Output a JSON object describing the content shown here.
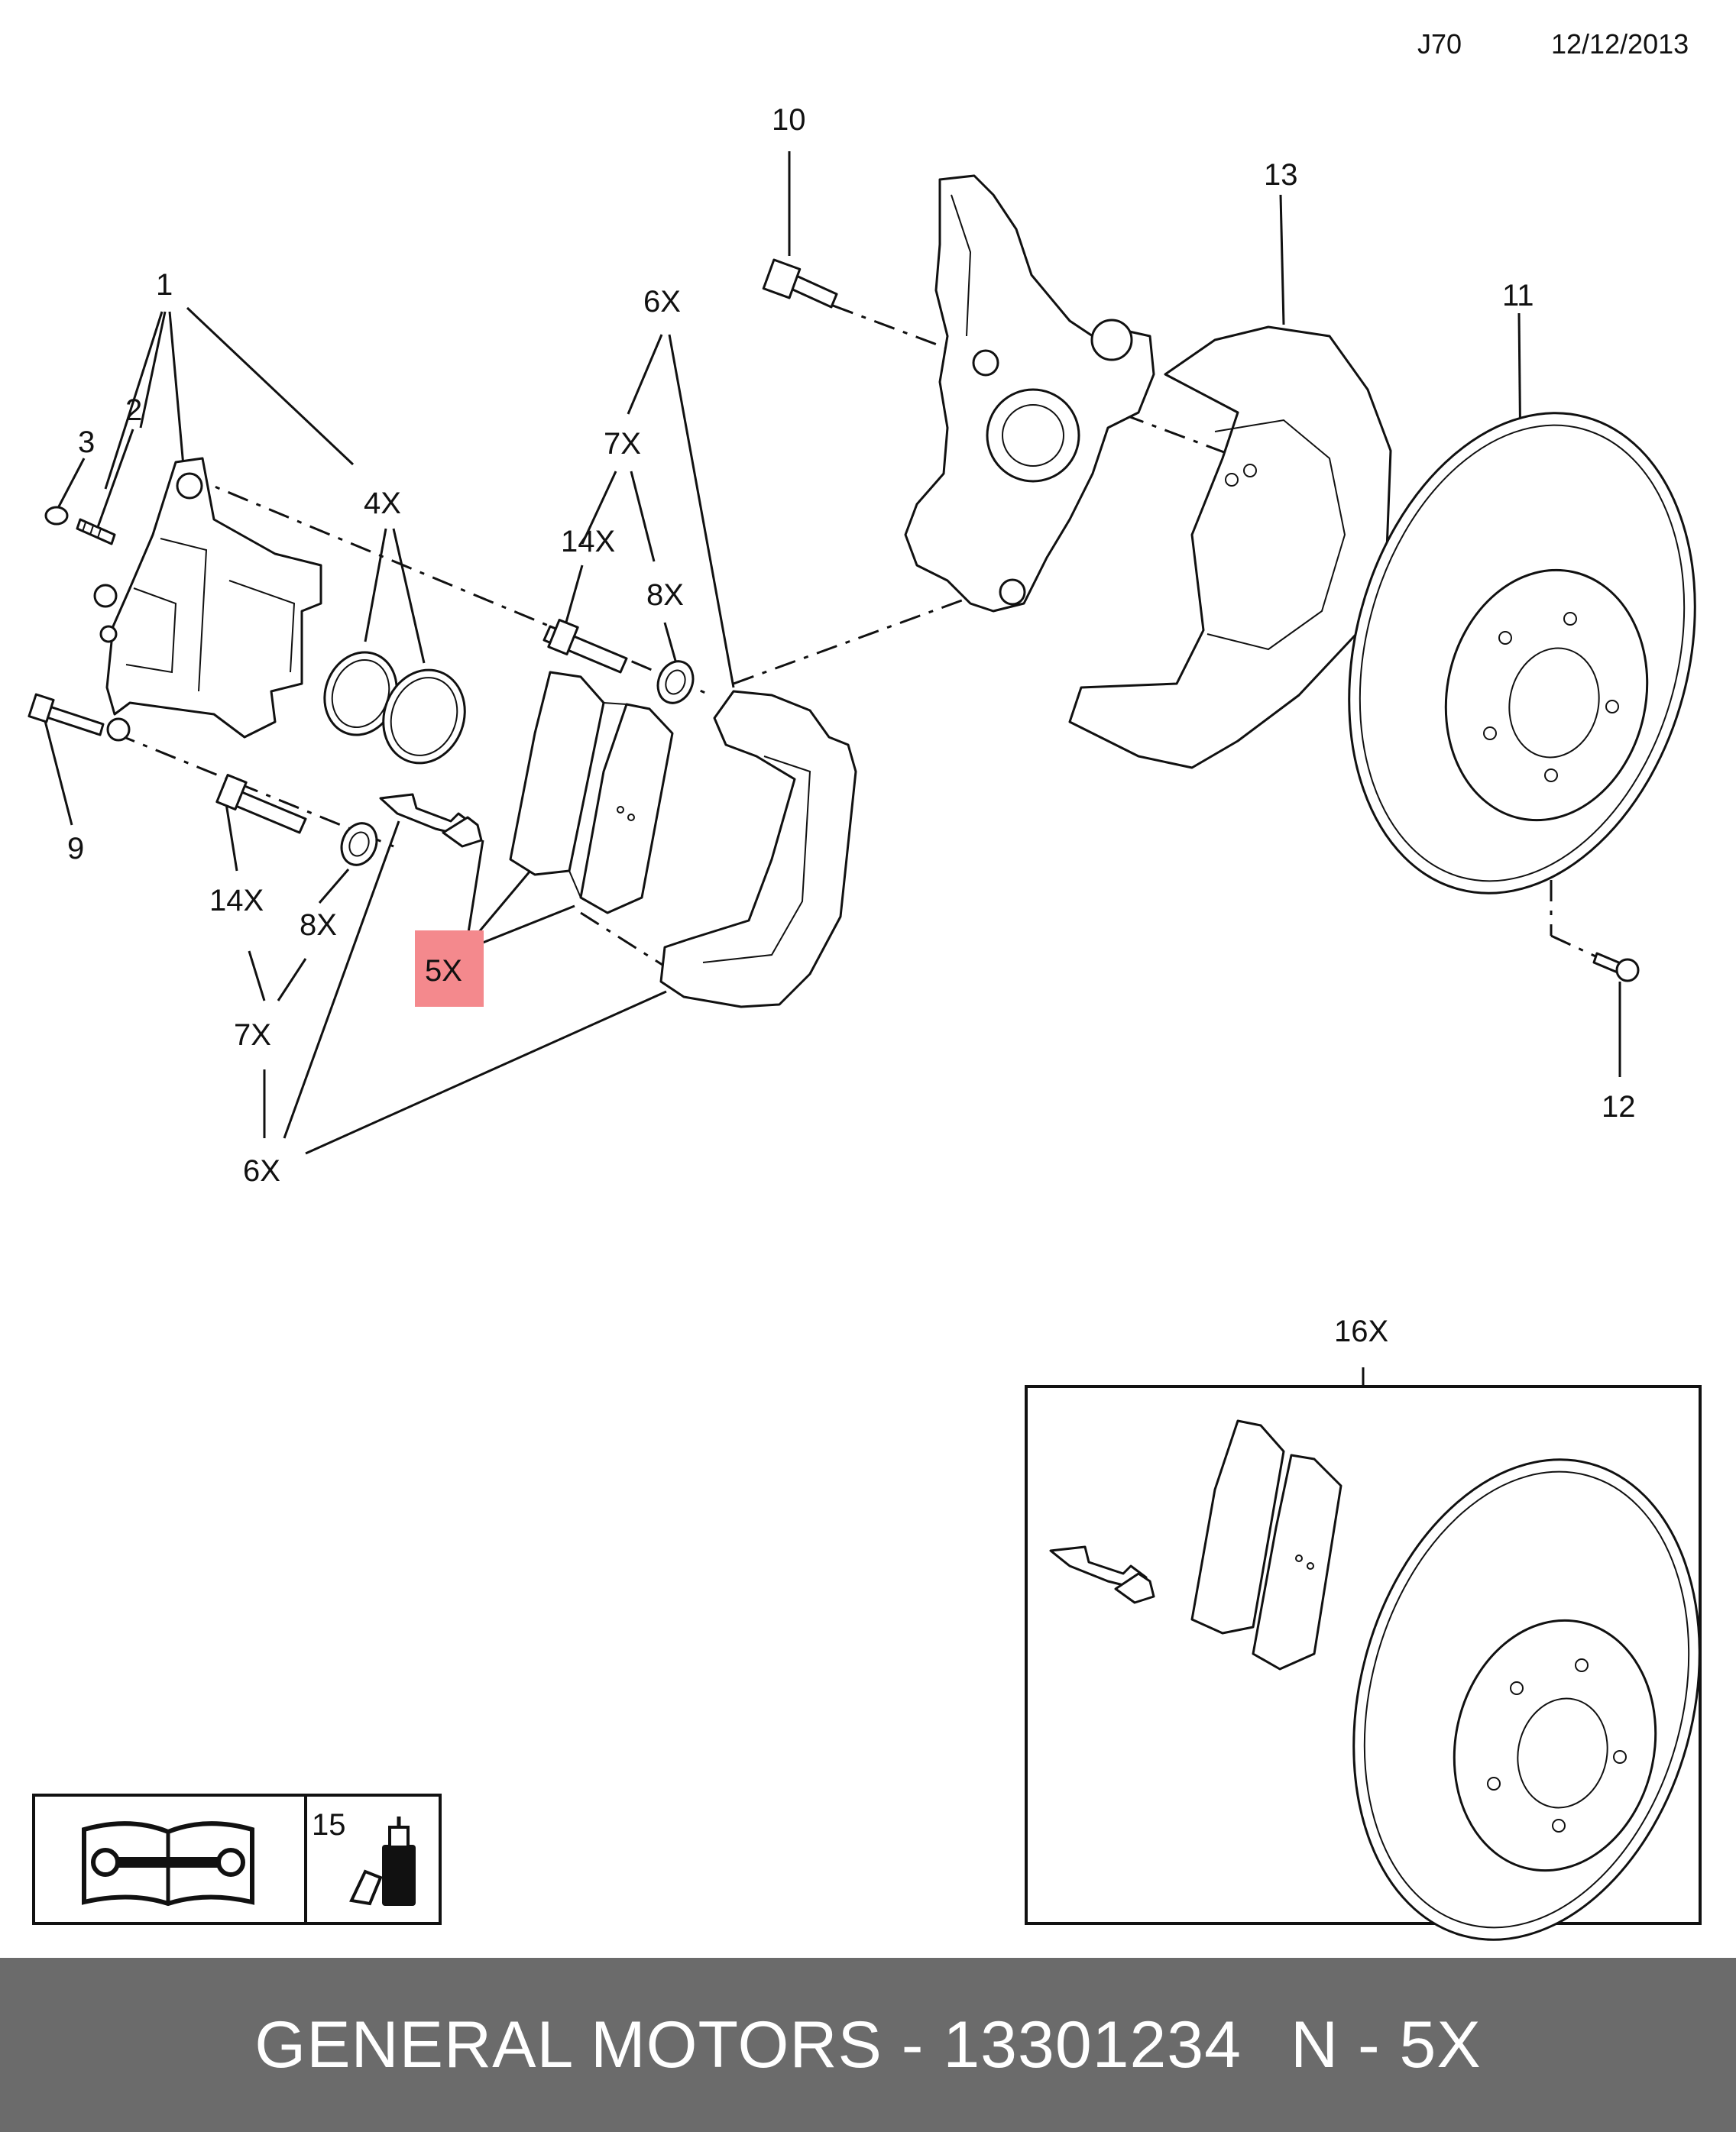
{
  "header": {
    "diagram_code": "J70",
    "date": "12/12/2013"
  },
  "callouts": {
    "c1": "1",
    "c2": "2",
    "c3": "3",
    "c4x": "4X",
    "c5x": "5X",
    "c6x_top": "6X",
    "c6x_bottom": "6X",
    "c7x_top": "7X",
    "c7x_bottom": "7X",
    "c8x_top": "8X",
    "c8x_bottom": "8X",
    "c9": "9",
    "c10": "10",
    "c11": "11",
    "c12": "12",
    "c13": "13",
    "c14x_top": "14X",
    "c14x_bottom": "14X",
    "c15": "15",
    "c16x": "16X"
  },
  "highlight": {
    "color": "#f4898d",
    "callout": "5X"
  },
  "icons": {
    "manual": "service-manual-icon",
    "adhesive": "adhesive-bottle-icon"
  },
  "footer": {
    "brand": "GENERAL MOTORS",
    "separator": " - ",
    "part_number": "13301234",
    "note": "N - 5X",
    "background": "#6b6b6b"
  }
}
